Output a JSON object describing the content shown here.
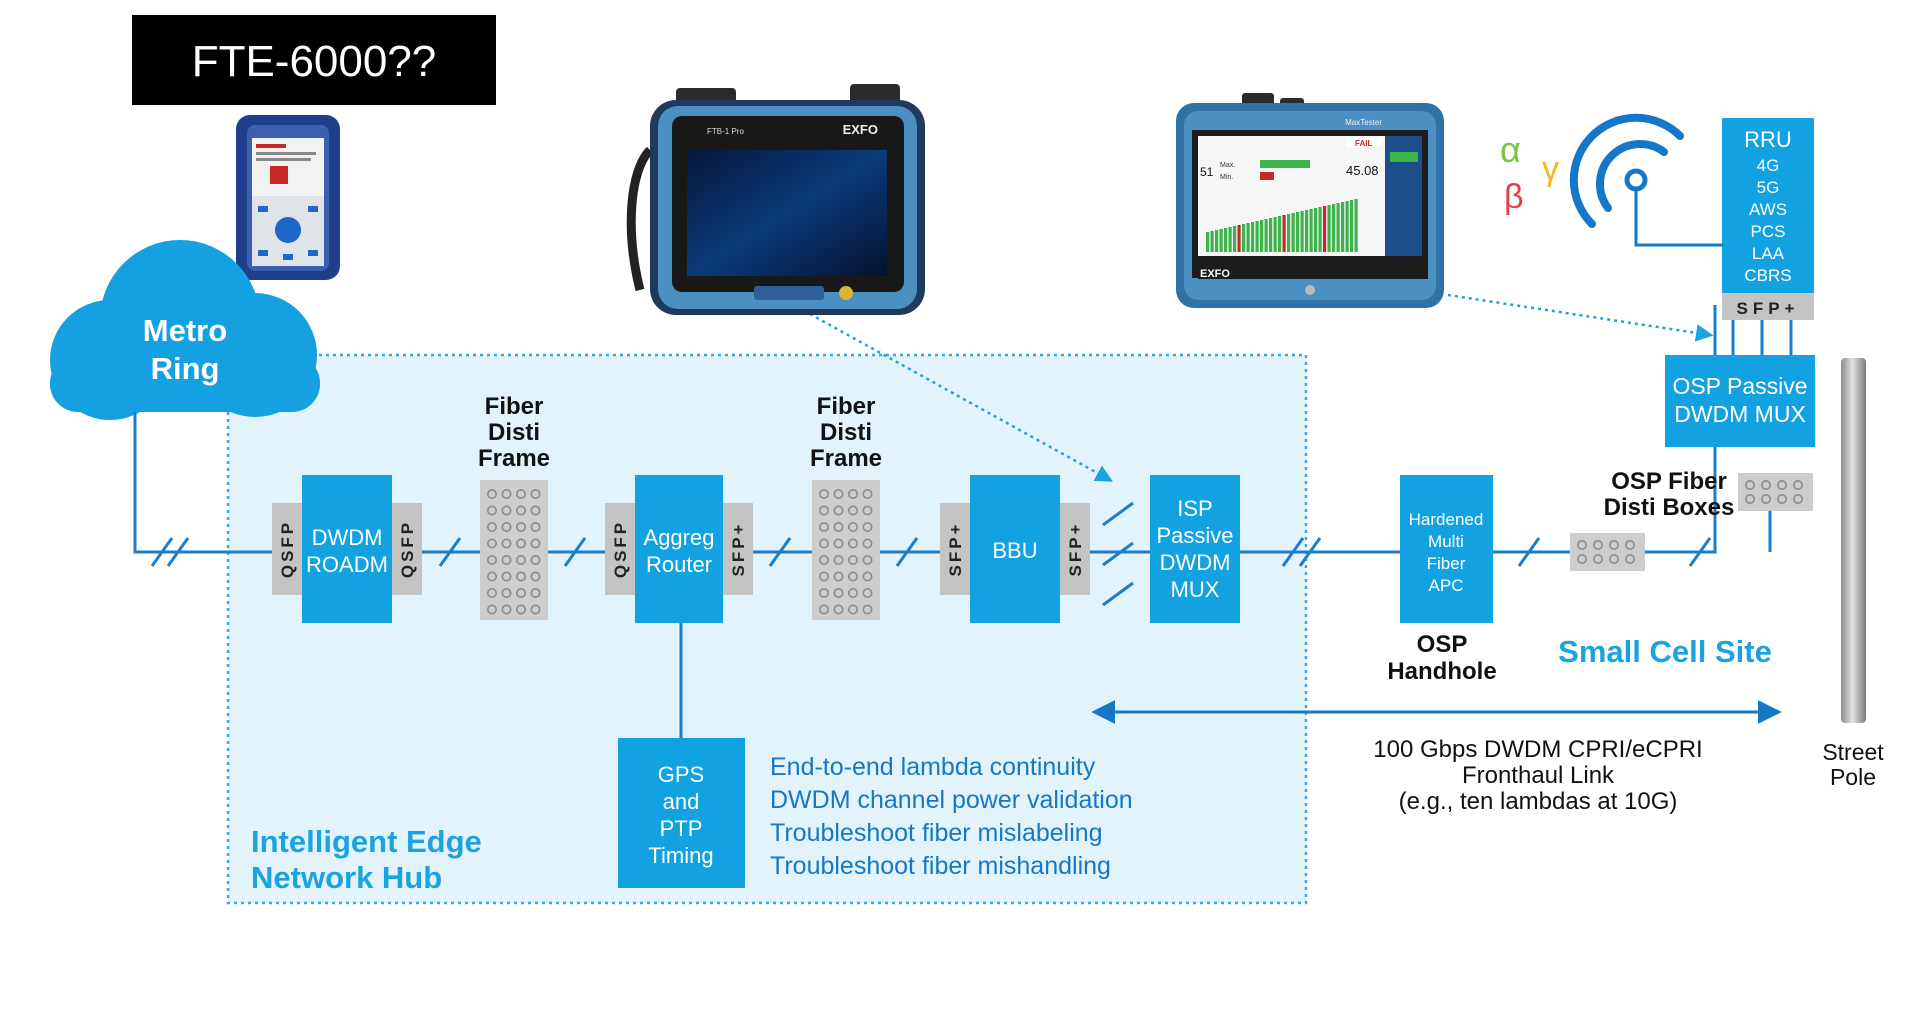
{
  "badge": {
    "text": "FTE-6000??"
  },
  "cloud": {
    "line1": "Metro",
    "line2": "Ring"
  },
  "hub": {
    "line1": "Intelligent Edge",
    "line2": "Network Hub"
  },
  "qsfp": "QSFP",
  "sfp_plus": "SFP+",
  "roadm": {
    "line1": "DWDM",
    "line2": "ROADM"
  },
  "fdf1": {
    "line1": "Fiber",
    "line2": "Disti",
    "line3": "Frame"
  },
  "router": {
    "line1": "Aggreg",
    "line2": "Router"
  },
  "fdf2": {
    "line1": "Fiber",
    "line2": "Disti",
    "line3": "Frame"
  },
  "bbu": {
    "label": "BBU"
  },
  "isp_mux": {
    "line1": "ISP",
    "line2": "Passive",
    "line3": "DWDM",
    "line4": "MUX"
  },
  "gps": {
    "line1": "GPS",
    "line2": "and",
    "line3": "PTP",
    "line4": "Timing"
  },
  "tests": [
    "End-to-end lambda continuity",
    "DWDM channel power validation",
    "Troubleshoot fiber mislabeling",
    "Troubleshoot fiber mishandling"
  ],
  "handhole": {
    "box1": "Hardened",
    "box2": "Multi",
    "box3": "Fiber",
    "box4": "APC",
    "label1": "OSP",
    "label2": "Handhole"
  },
  "osp_mux": {
    "line1": "OSP Passive",
    "line2": "DWDM MUX"
  },
  "osp_boxes": {
    "line1": "OSP Fiber",
    "line2": "Disti Boxes"
  },
  "small_cell": "Small Cell Site",
  "rru": {
    "title": "RRU",
    "bands": [
      "4G",
      "5G",
      "AWS",
      "PCS",
      "LAA",
      "CBRS"
    ]
  },
  "greek": {
    "alpha": "α",
    "beta": "β",
    "gamma": "γ"
  },
  "link": {
    "line1": "100 Gbps DWDM CPRI/eCPRI",
    "line2": "Fronthaul Link",
    "line3": "(e.g., ten lambdas at 10G)"
  },
  "pole": {
    "line1": "Street",
    "line2": "Pole"
  },
  "devices": {
    "ftb": {
      "model": "FTB-1 Pro",
      "brand": "EXFO"
    },
    "maxtester": {
      "model": "MaxTester",
      "brand": "EXFO",
      "fail": "FAIL",
      "max": "Max.",
      "min": "Min.",
      "v1": "51",
      "v2": "45.08"
    }
  },
  "colors": {
    "accent": "#0e9ee0",
    "hub_bg": "#e3f3fc",
    "line": "#1a7ec9",
    "sfp_gray": "#c4c4c4",
    "text_blue": "#1577c6",
    "dark": "#111111"
  }
}
